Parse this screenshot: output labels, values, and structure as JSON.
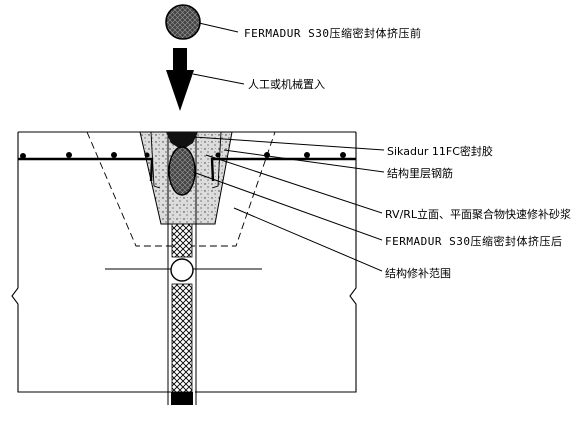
{
  "labels": {
    "fermadur_before": "FERMADUR S30压缩密封体挤压前",
    "manual_insert": "人工或机械置入",
    "sikadur_sealant": "Sikadur 11FC密封胶",
    "rebar_surface": "结构里层钢筋",
    "repair_mortar": "RV/RL立面、平面聚合物快速修补砂浆",
    "fermadur_after": "FERMADUR S30压缩密封体挤压后",
    "repair_range": "结构修补范围"
  },
  "colors": {
    "line": "#000000",
    "fill_light": "#cfcfcf",
    "fill_dark": "#111111",
    "hatch": "#4a4a4a"
  }
}
